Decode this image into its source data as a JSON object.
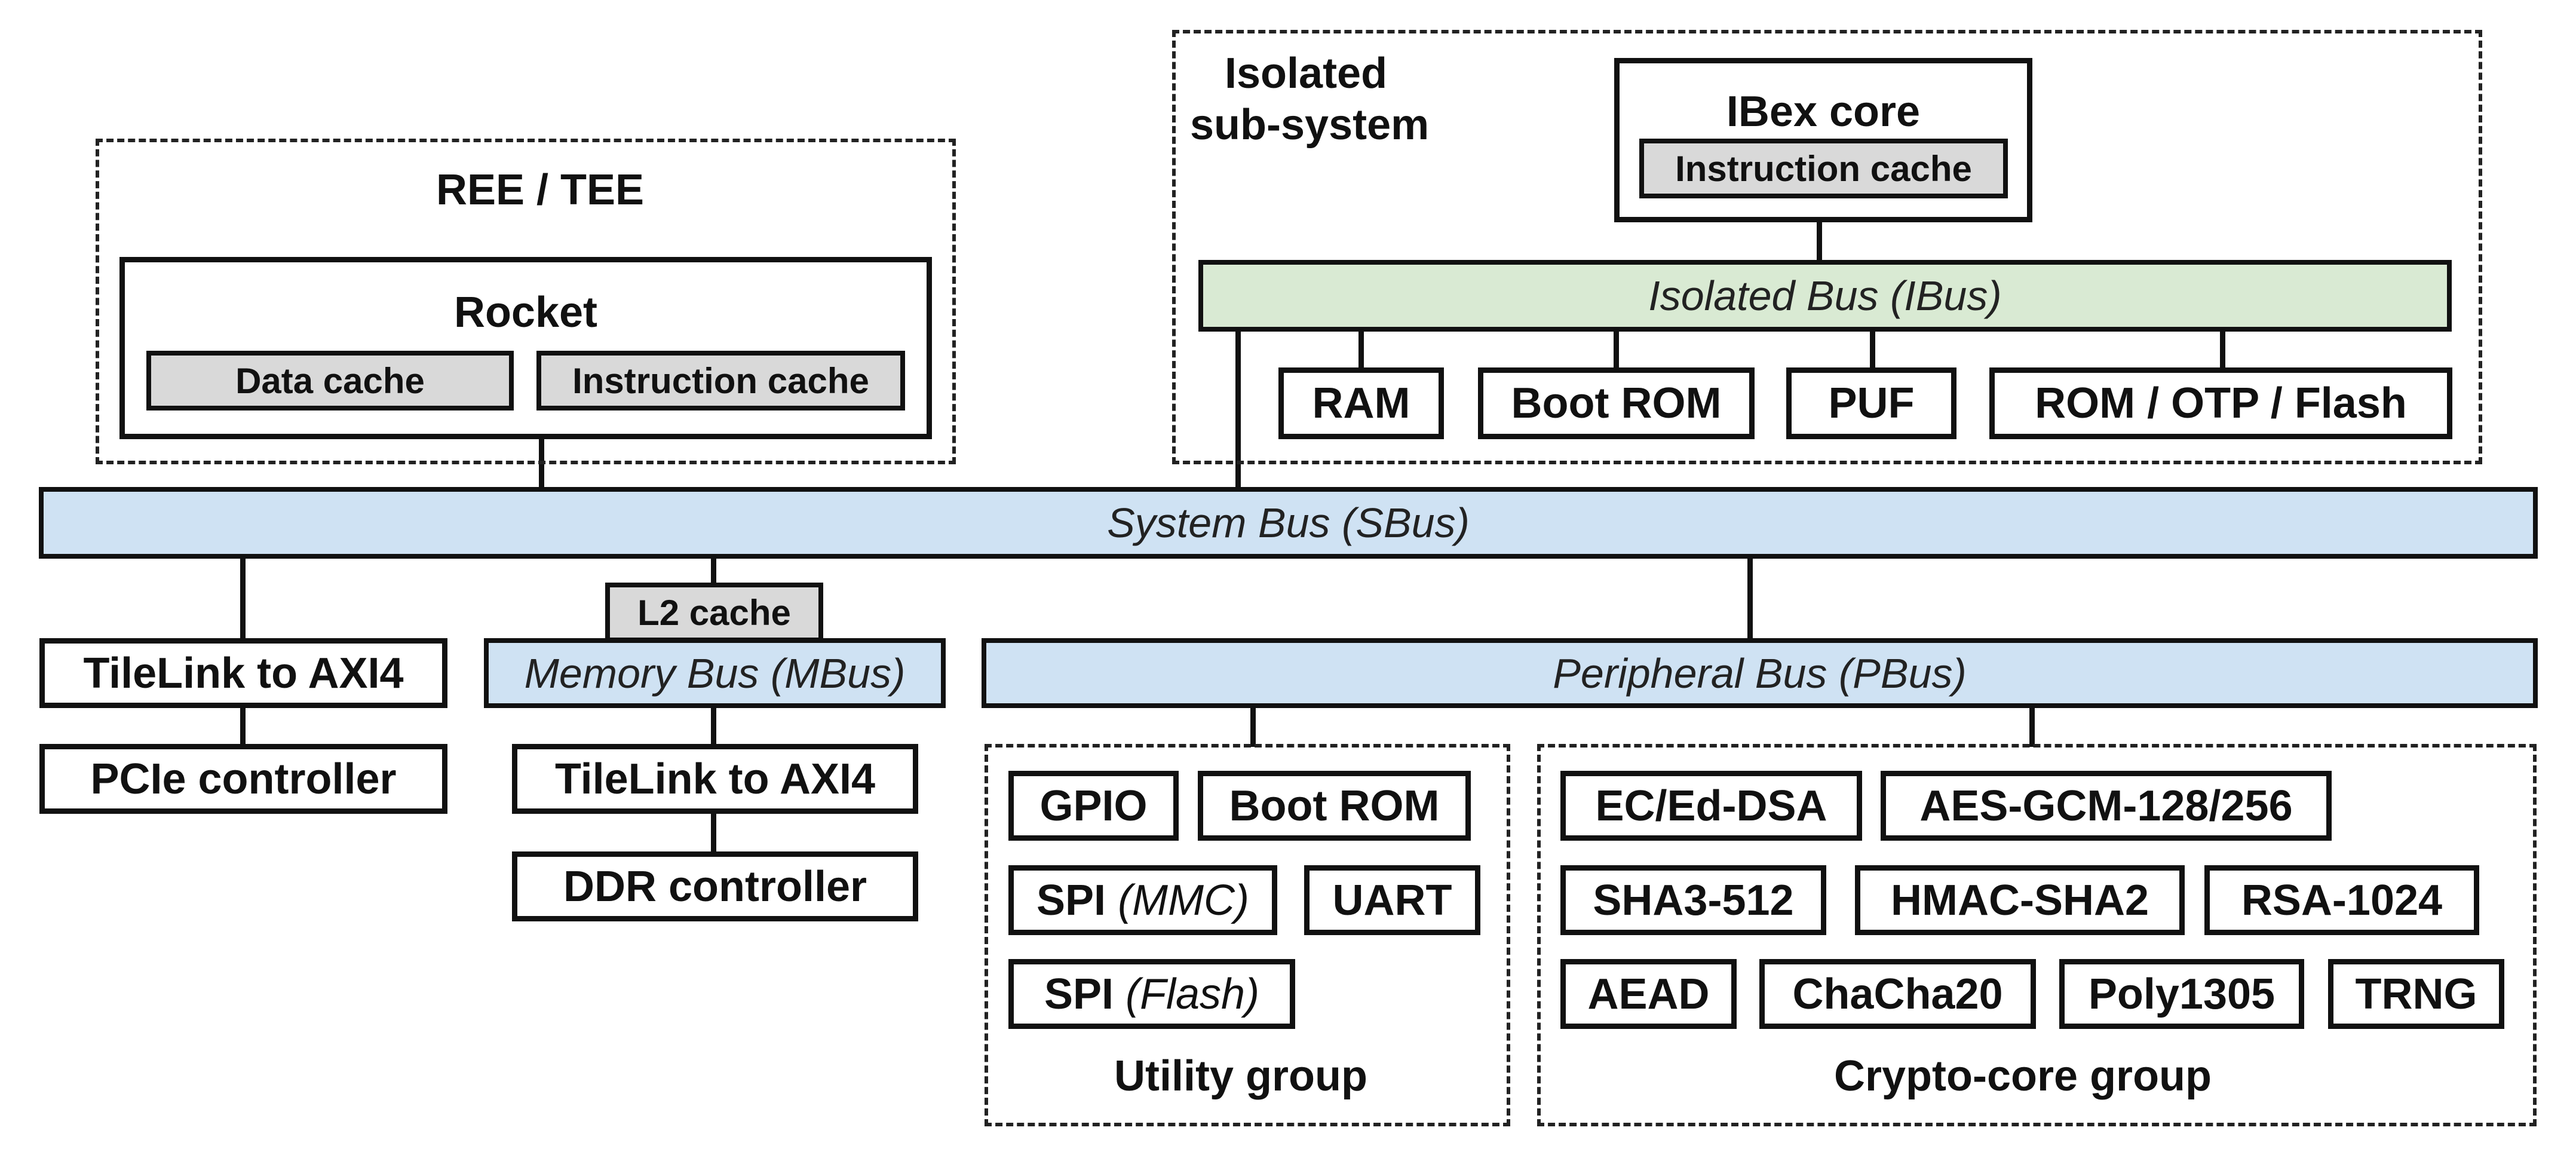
{
  "ree_tee": {
    "label": "REE / TEE",
    "rocket": {
      "title": "Rocket",
      "data_cache": "Data cache",
      "instruction_cache": "Instruction cache"
    }
  },
  "isolated": {
    "label_line1": "Isolated",
    "label_line2": "sub-system",
    "ibex": {
      "title": "IBex core",
      "instruction_cache": "Instruction cache"
    },
    "ibus": "Isolated Bus (IBus)",
    "devices": {
      "ram": "RAM",
      "boot_rom": "Boot ROM",
      "puf": "PUF",
      "rom_otp_flash": "ROM / OTP / Flash"
    }
  },
  "system_bus": "System Bus (SBus)",
  "left_chain": {
    "tilelink": "TileLink to AXI4",
    "pcie": "PCIe controller"
  },
  "memory": {
    "l2_cache": "L2 cache",
    "mbus": "Memory Bus (MBus)",
    "tilelink": "TileLink to AXI4",
    "ddr": "DDR controller"
  },
  "peripheral_bus": "Peripheral Bus (PBus)",
  "utility_group": {
    "label": "Utility group",
    "gpio": "GPIO",
    "boot_rom": "Boot ROM",
    "spi_mmc_main": "SPI",
    "spi_mmc_sub": "(MMC)",
    "uart": "UART",
    "spi_flash_main": "SPI",
    "spi_flash_sub": "(Flash)"
  },
  "crypto_group": {
    "label": "Crypto-core group",
    "ec_ed_dsa": "EC/Ed-DSA",
    "aes_gcm": "AES-GCM-128/256",
    "sha3": "SHA3-512",
    "hmac": "HMAC-SHA2",
    "rsa": "RSA-1024",
    "aead": "AEAD",
    "chacha": "ChaCha20",
    "poly": "Poly1305",
    "trng": "TRNG"
  },
  "colors": {
    "system_bus_fill": "#cfe2f3",
    "isolated_bus_fill": "#d9ead3",
    "cache_fill": "#d9d9d9"
  }
}
